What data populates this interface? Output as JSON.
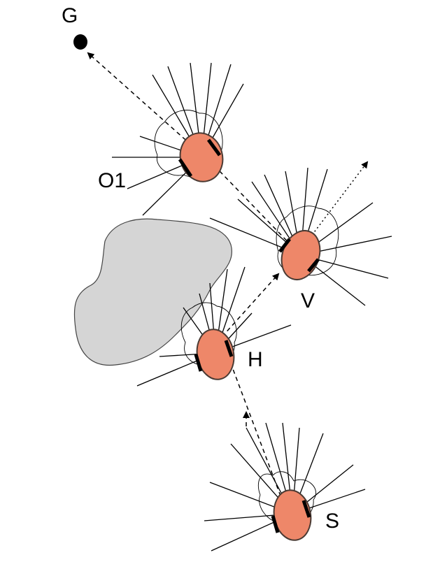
{
  "labels": {
    "goal": "G",
    "robot_o1": "O1",
    "robot_v": "V",
    "robot_h": "H",
    "robot_s": "S"
  },
  "colors": {
    "robot_fill": "#ee8769",
    "robot_stroke": "#4a3a33",
    "obstacle_fill": "#d5d5d5",
    "obstacle_stroke": "#444444",
    "goal_fill": "#000000"
  }
}
